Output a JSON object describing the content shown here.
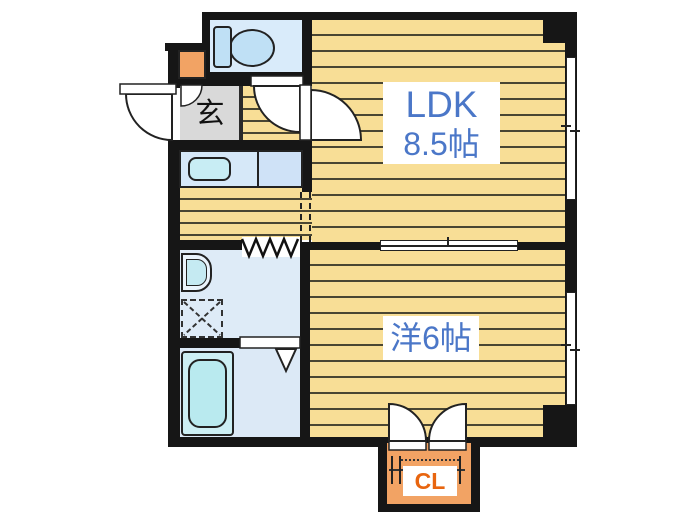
{
  "title": "apartment-floor-plan",
  "rooms": {
    "ldk": {
      "name": "LDK",
      "size": "8.5帖"
    },
    "western": {
      "label": "洋6帖"
    },
    "entrance": {
      "label": "玄"
    },
    "closet": {
      "label": "CL"
    }
  },
  "fixtures": {
    "toilet": "toilet",
    "vanity_sink": "vanity-sink-counter",
    "washbasin": "washbasin",
    "washing_machine_space": "washing-machine-space",
    "bathtub": "bathtub",
    "closet_hanger": "hanger-pipe"
  },
  "colors": {
    "wall": "#161616",
    "floor_yellow": "#F8DE96",
    "floor_stripe": "#4a4632",
    "room_blue": "#D9EBFA",
    "fixture_blue": "#BFE0F5",
    "sink_cyan": "#C8EDF4",
    "genkan_gray": "#D9D9D9",
    "closet_orange": "#F2A364",
    "label_blue": "#4B77C8",
    "closet_text": "#E8650F"
  }
}
